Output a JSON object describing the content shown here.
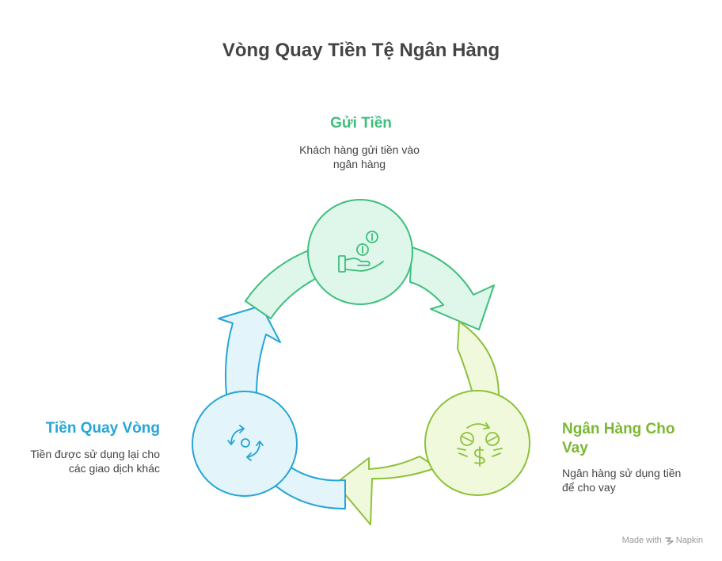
{
  "title": "Vòng Quay Tiền Tệ Ngân Hàng",
  "stages": {
    "deposit": {
      "title": "Gửi Tiền",
      "description_lines": [
        "Khách hàng gửi tiền vào",
        "ngân hàng"
      ],
      "icon": "hand-coins-icon",
      "color": "#3dbf7c"
    },
    "loan": {
      "title_lines": [
        "Ngân Hàng Cho",
        "Vay"
      ],
      "description_lines": [
        "Ngân hàng sử dụng tiền",
        "để cho vay"
      ],
      "icon": "money-face-icon",
      "color": "#7ab833"
    },
    "cycle": {
      "title": "Tiền Quay Vòng",
      "description_lines": [
        "Tiền được sử dụng lại cho",
        "các giao dịch khác"
      ],
      "icon": "refresh-cycle-icon",
      "color": "#26a5d6"
    }
  },
  "footer": {
    "made_with": "Made with",
    "brand": "Napkin"
  }
}
